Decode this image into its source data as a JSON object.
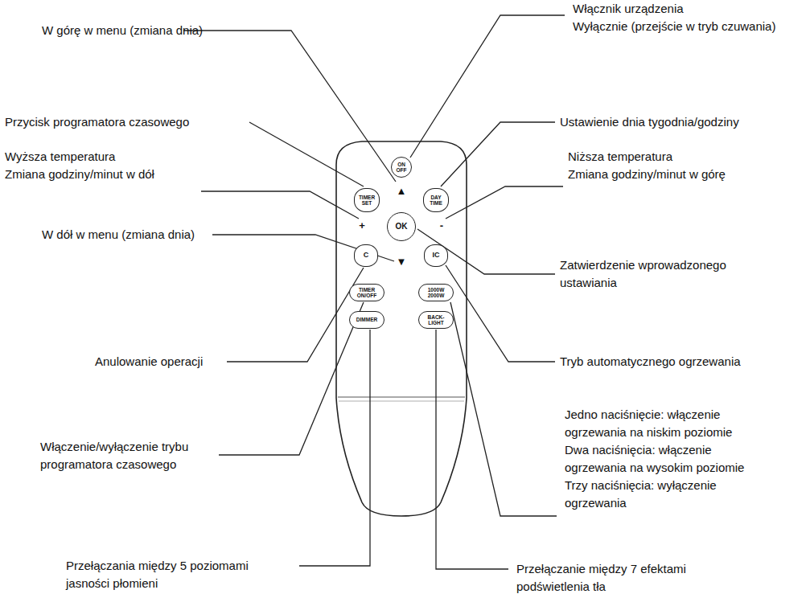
{
  "diagram": {
    "nodes": [
      {
        "text": [
          "ON OFF"
        ]
      },
      {
        "text": [
          "TIMER SET"
        ]
      },
      {
        "text": [
          "DAY TIME"
        ]
      },
      {
        "text": [
          "OK"
        ]
      },
      {
        "text": [
          "C"
        ]
      },
      {
        "text": [
          "IC"
        ]
      },
      {
        "text": [
          "TIMER ON/OFF"
        ]
      },
      {
        "text": [
          "1000W 2000W"
        ]
      },
      {
        "text": [
          "DIMMER"
        ]
      },
      {
        "text": [
          "BACK- LIGHT"
        ]
      }
    ],
    "labels": [
      "W górę w menu (zmiana dnia)",
      "Włącznik urządzenia",
      "Wyłącznie (przejście w tryb czuwania)",
      "Przycisk programatora czasowego",
      "Ustawienie dnia tygodnia/godziny",
      "Wyższa temperatura",
      "Zmiana godziny/minut w dół",
      "Niższa temperatura",
      "Zmiana godziny/minut w górę",
      "W dół w menu (zmiana dnia)",
      "Zatwierdzenie wprowadzonego ustawiania",
      "Anulowanie operacji",
      "Tryb automatycznego ogrzewania",
      "Jedno naciśnięcie: włączenie ogrzewania na niskim poziomie",
      "Dwa naciśnięcia: włączenie ogrzewania na wysokim poziomie",
      "Trzy naciśnięcia: wyłączenie ogrzewania",
      "Włączenie/wyłączenie trybu programatora czasowego",
      "Przełączania między 5 poziomami jasności płomieni",
      "Przełączanie między 7 efektami podświetlenia tła",
      "▲",
      "+",
      "-",
      "▼"
    ]
  }
}
